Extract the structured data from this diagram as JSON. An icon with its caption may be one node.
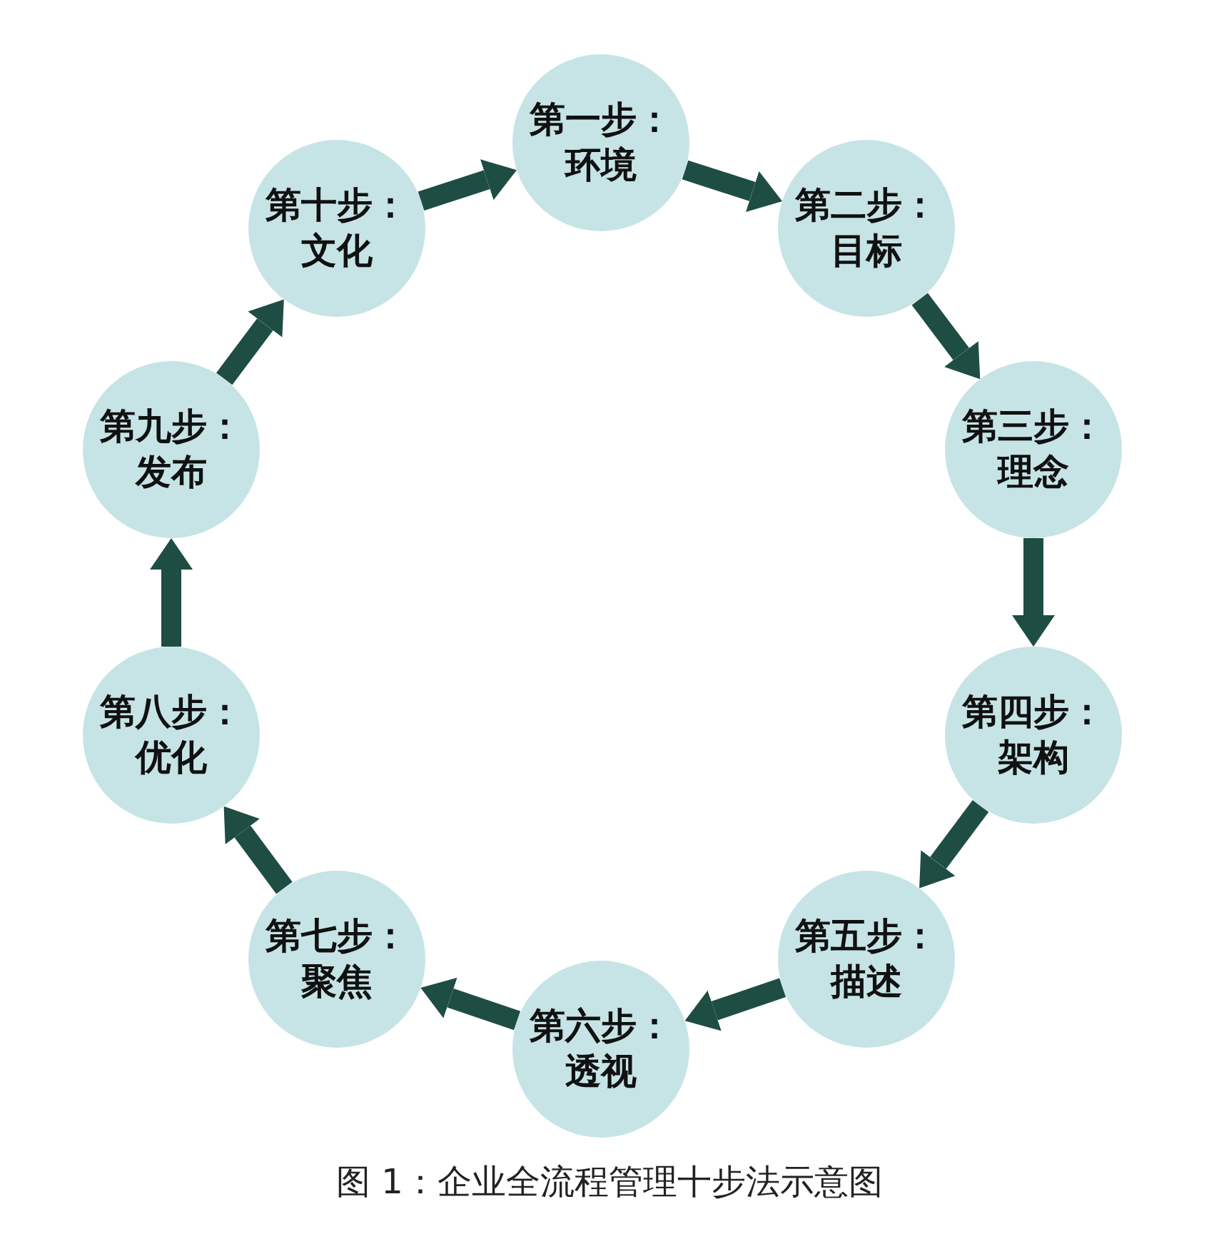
{
  "diagram": {
    "caption": "图 1：企业全流程管理十步法示意图",
    "nodes": [
      {
        "text": [
          "第一步：",
          "环境"
        ]
      },
      {
        "text": [
          "第二步：",
          "目标"
        ]
      },
      {
        "text": [
          "第三步：",
          "理念"
        ]
      },
      {
        "text": [
          "第四步：",
          "架构"
        ]
      },
      {
        "text": [
          "第五步：",
          "描述"
        ]
      },
      {
        "text": [
          "第六步：",
          "透视"
        ]
      },
      {
        "text": [
          "第七步：",
          "聚焦"
        ]
      },
      {
        "text": [
          "第八步：",
          "优化"
        ]
      },
      {
        "text": [
          "第九步：",
          "发布"
        ]
      },
      {
        "text": [
          "第十步：",
          "文化"
        ]
      }
    ],
    "edges": [
      {
        "from": 0,
        "to": 1,
        "arrow": "to"
      },
      {
        "from": 1,
        "to": 2,
        "arrow": "to"
      },
      {
        "from": 2,
        "to": 3,
        "arrow": "to"
      },
      {
        "from": 3,
        "to": 4,
        "arrow": "to"
      },
      {
        "from": 4,
        "to": 5,
        "arrow": "to"
      },
      {
        "from": 5,
        "to": 6,
        "arrow": "to"
      },
      {
        "from": 6,
        "to": 7,
        "arrow": "to"
      },
      {
        "from": 7,
        "to": 8,
        "arrow": "to"
      },
      {
        "from": 8,
        "to": 9,
        "arrow": "to"
      },
      {
        "from": 9,
        "to": 0,
        "arrow": "to"
      }
    ]
  }
}
